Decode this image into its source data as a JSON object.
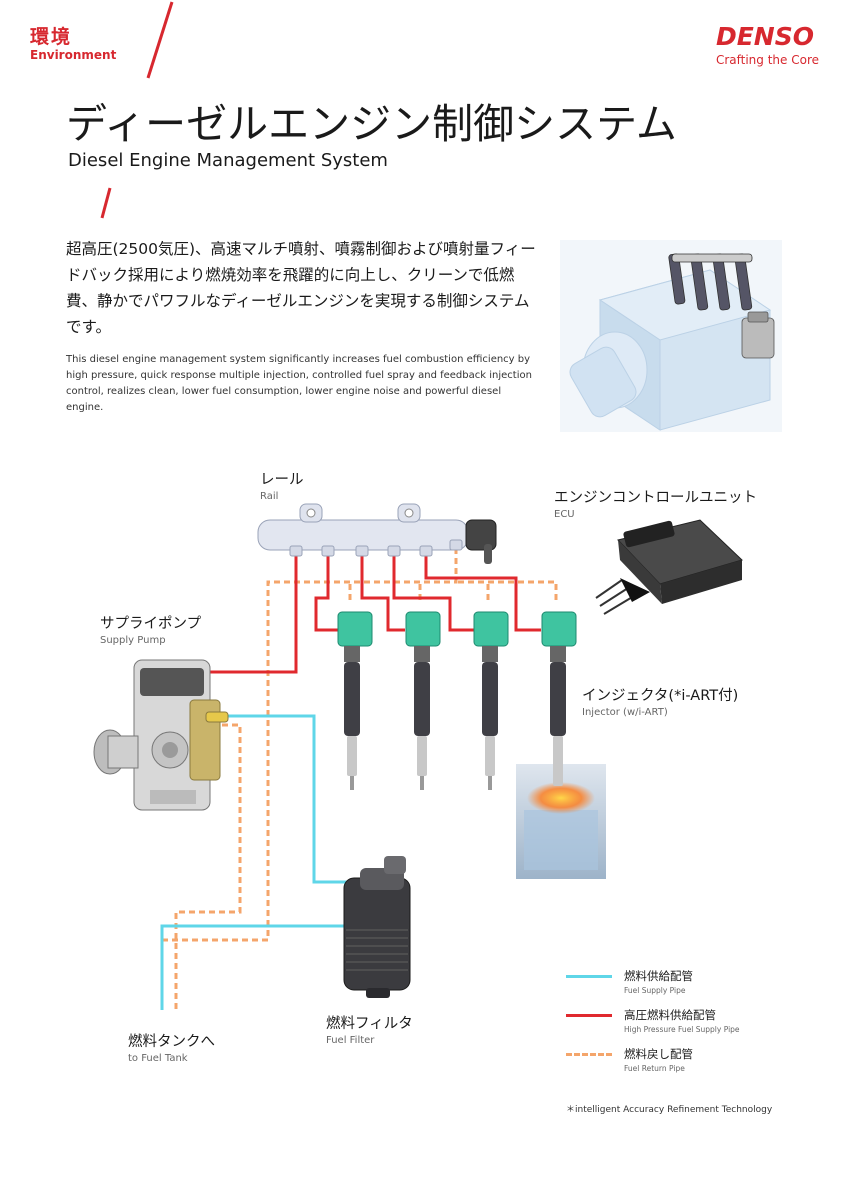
{
  "header": {
    "section_ja": "環境",
    "section_en": "Environment",
    "brand_name": "DENSO",
    "brand_tagline": "Crafting the Core"
  },
  "title": {
    "ja": "ディーゼルエンジン制御システム",
    "en": "Diesel Engine Management System"
  },
  "description": {
    "ja": "超高圧(2500気圧)、高速マルチ噴射、噴霧制御および噴射量フィードバック採用により燃焼効率を飛躍的に向上し、クリーンで低燃費、静かでパワフルなディーゼルエンジンを実現する制御システムです。",
    "en": "This diesel engine management system significantly increases fuel combustion efficiency by high pressure, quick response multiple injection, controlled fuel spray and feedback injection control, realizes clean, lower fuel consumption, lower engine noise and powerful diesel engine."
  },
  "components": {
    "rail": {
      "ja": "レール",
      "en": "Rail"
    },
    "ecu": {
      "ja": "エンジンコントロールユニット",
      "en": "ECU"
    },
    "supply_pump": {
      "ja": "サプライポンプ",
      "en": "Supply Pump"
    },
    "injector": {
      "ja": "インジェクタ(*i-ART付)",
      "en": "Injector (w/i-ART)"
    },
    "fuel_filter": {
      "ja": "燃料フィルタ",
      "en": "Fuel Filter"
    },
    "fuel_tank": {
      "ja": "燃料タンクへ",
      "en": "to Fuel Tank"
    }
  },
  "legend": [
    {
      "ja": "燃料供給配管",
      "en": "Fuel Supply Pipe",
      "color": "#5fd6e8",
      "style": "solid"
    },
    {
      "ja": "高圧燃料供給配管",
      "en": "High Pressure Fuel Supply Pipe",
      "color": "#e0292e",
      "style": "solid"
    },
    {
      "ja": "燃料戻し配管",
      "en": "Fuel Return Pipe",
      "color": "#f4a56b",
      "style": "dashed"
    }
  ],
  "footnote": "＊intelligent Accuracy Refinement Technology",
  "colors": {
    "brand_red": "#d7282f",
    "supply_cyan": "#5fd6e8",
    "high_pressure_red": "#e0292e",
    "return_orange": "#f4a56b",
    "injector_green": "#3fc4a0"
  }
}
